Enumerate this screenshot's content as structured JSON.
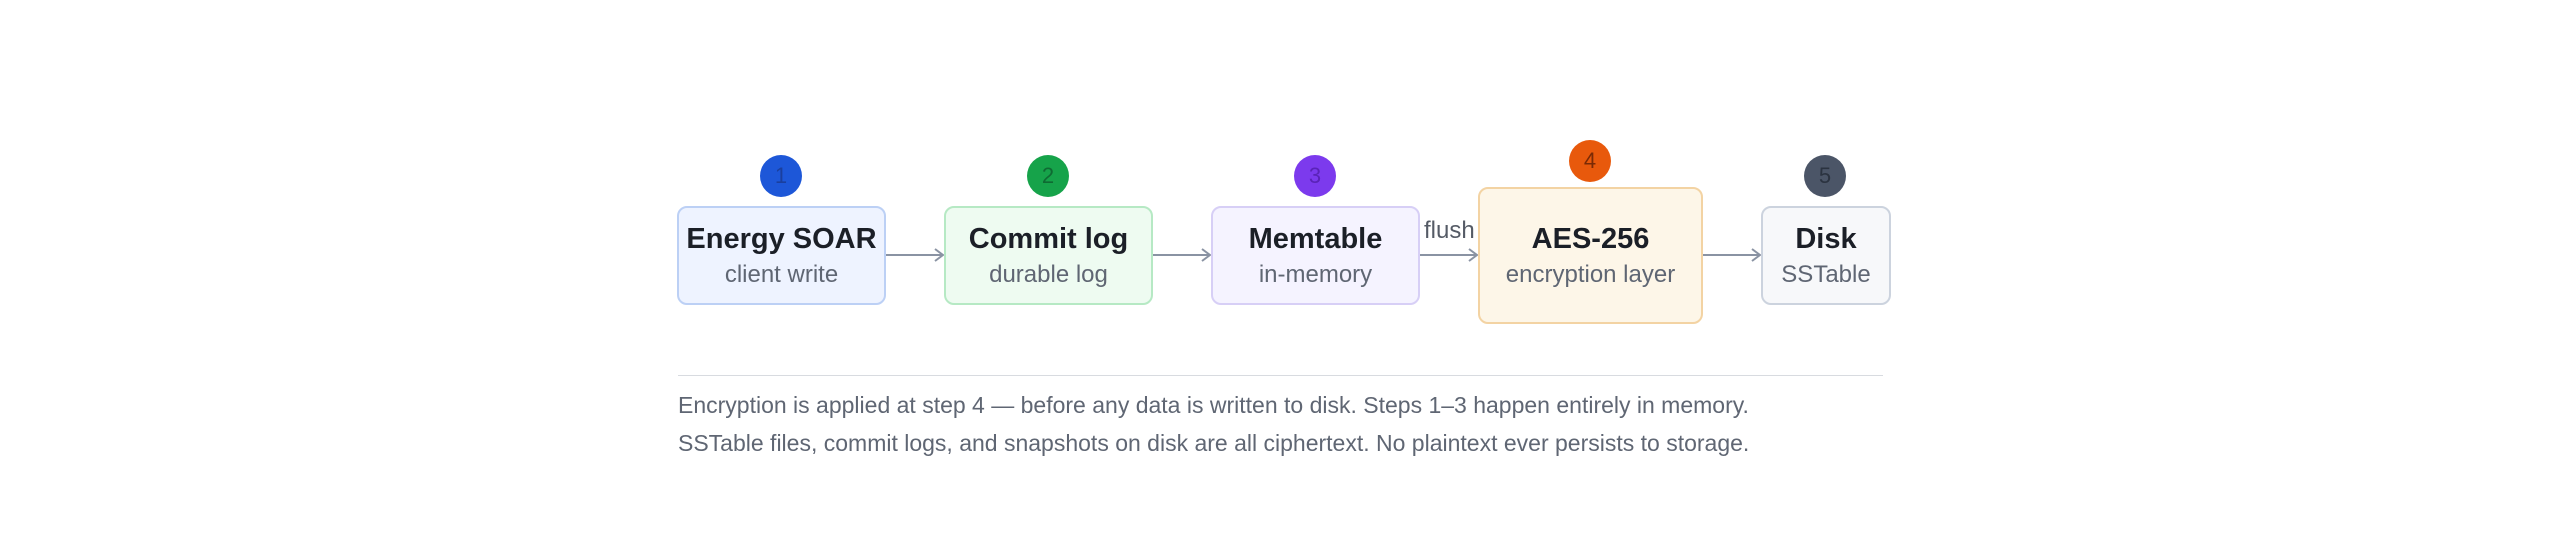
{
  "steps": [
    {
      "number": "1",
      "title": "Energy SOAR",
      "subtitle": "client write",
      "badge_color": "#1d57d8",
      "fill": "#eef3ff",
      "border": "#bcd0f5"
    },
    {
      "number": "2",
      "title": "Commit log",
      "subtitle": "durable log",
      "badge_color": "#16a34a",
      "fill": "#eefbf1",
      "border": "#b6e9c4"
    },
    {
      "number": "3",
      "title": "Memtable",
      "subtitle": "in-memory",
      "badge_color": "#7c3aed",
      "fill": "#f5f3ff",
      "border": "#d7cff6"
    },
    {
      "number": "4",
      "title": "AES-256",
      "subtitle": "encryption layer",
      "badge_color": "#e8590c",
      "fill": "#fdf6e8",
      "border": "#f3d3a3"
    },
    {
      "number": "5",
      "title": "Disk",
      "subtitle": "SSTable",
      "badge_color": "#4b5567",
      "fill": "#f7f8fa",
      "border": "#ccd3de"
    }
  ],
  "edges": [
    {
      "from": "Energy SOAR",
      "to": "Commit log",
      "label": ""
    },
    {
      "from": "Commit log",
      "to": "Memtable",
      "label": ""
    },
    {
      "from": "Memtable",
      "to": "AES-256",
      "label": "flush"
    },
    {
      "from": "AES-256",
      "to": "Disk",
      "label": ""
    }
  ],
  "notes": {
    "line1": "Encryption is applied at step 4 — before any data is written to disk. Steps 1–3 happen entirely in memory.",
    "line2": "SSTable files, commit logs, and snapshots on disk are all ciphertext. No plaintext ever persists to storage."
  },
  "colors": {
    "arrow": "#8a93a3",
    "badge_text_dark": "#1b2a4a"
  }
}
